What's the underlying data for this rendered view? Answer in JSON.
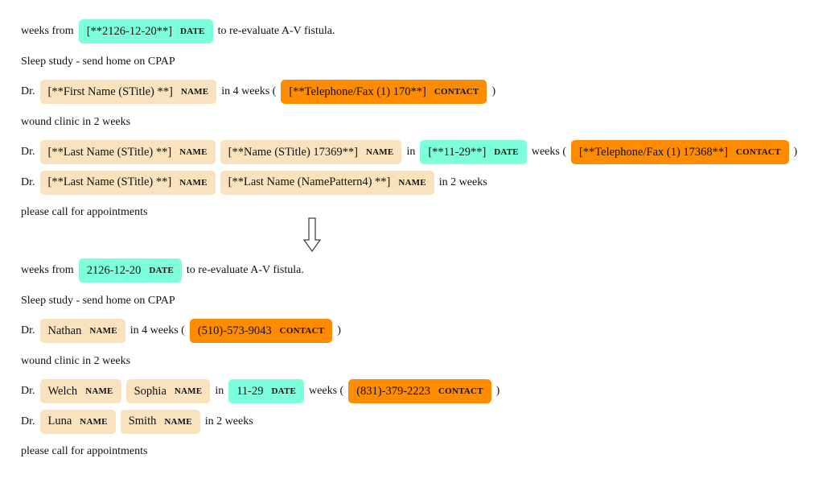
{
  "before": {
    "lines": [
      [
        {
          "t": "text",
          "v": "weeks from"
        },
        {
          "t": "ent",
          "k": "date",
          "v": "[**2126-12-20**]",
          "l": "DATE"
        },
        {
          "t": "text",
          "v": "to re-evaluate A-V fistula."
        }
      ],
      [
        {
          "t": "text",
          "v": "Sleep study - send home on CPAP"
        }
      ],
      [
        {
          "t": "text",
          "v": "Dr."
        },
        {
          "t": "ent",
          "k": "name",
          "v": "[**First Name (STitle) **]",
          "l": "NAME"
        },
        {
          "t": "text",
          "v": "in 4 weeks ("
        },
        {
          "t": "ent",
          "k": "contact",
          "v": "[**Telephone/Fax (1) 170**]",
          "l": "CONTACT"
        },
        {
          "t": "text",
          "v": ")"
        }
      ],
      [
        {
          "t": "text",
          "v": "wound clinic in 2 weeks"
        }
      ],
      [
        {
          "t": "text",
          "v": "Dr."
        },
        {
          "t": "ent",
          "k": "name",
          "v": "[**Last Name (STitle) **]",
          "l": "NAME"
        },
        {
          "t": "ent",
          "k": "name",
          "v": "[**Name (STitle) 17369**]",
          "l": "NAME"
        },
        {
          "t": "text",
          "v": "in"
        },
        {
          "t": "ent",
          "k": "date",
          "v": "[**11-29**]",
          "l": "DATE"
        },
        {
          "t": "text",
          "v": "weeks ("
        },
        {
          "t": "ent",
          "k": "contact",
          "v": "[**Telephone/Fax (1) 17368**]",
          "l": "CONTACT"
        },
        {
          "t": "text",
          "v": ")"
        }
      ],
      [
        {
          "t": "text",
          "v": "Dr."
        },
        {
          "t": "ent",
          "k": "name",
          "v": "[**Last Name (STitle) **]",
          "l": "NAME"
        },
        {
          "t": "ent",
          "k": "name",
          "v": "[**Last Name (NamePattern4) **]",
          "l": "NAME"
        },
        {
          "t": "text",
          "v": "in 2 weeks"
        }
      ],
      [
        {
          "t": "text",
          "v": "please call for appointments"
        }
      ]
    ]
  },
  "after": {
    "lines": [
      [
        {
          "t": "text",
          "v": "weeks from"
        },
        {
          "t": "ent",
          "k": "date",
          "v": "2126-12-20",
          "l": "DATE"
        },
        {
          "t": "text",
          "v": "to re-evaluate A-V fistula."
        }
      ],
      [
        {
          "t": "text",
          "v": "Sleep study - send home on CPAP"
        }
      ],
      [
        {
          "t": "text",
          "v": "Dr."
        },
        {
          "t": "ent",
          "k": "name",
          "v": "Nathan",
          "l": "NAME"
        },
        {
          "t": "text",
          "v": "in 4 weeks ("
        },
        {
          "t": "ent",
          "k": "contact",
          "v": "(510)-573-9043",
          "l": "CONTACT"
        },
        {
          "t": "text",
          "v": ")"
        }
      ],
      [
        {
          "t": "text",
          "v": "wound clinic in 2 weeks"
        }
      ],
      [
        {
          "t": "text",
          "v": "Dr."
        },
        {
          "t": "ent",
          "k": "name",
          "v": "Welch",
          "l": "NAME"
        },
        {
          "t": "ent",
          "k": "name",
          "v": "Sophia",
          "l": "NAME"
        },
        {
          "t": "text",
          "v": "in"
        },
        {
          "t": "ent",
          "k": "date",
          "v": "11-29",
          "l": "DATE"
        },
        {
          "t": "text",
          "v": "weeks ("
        },
        {
          "t": "ent",
          "k": "contact",
          "v": "(831)-379-2223",
          "l": "CONTACT"
        },
        {
          "t": "text",
          "v": ")"
        }
      ],
      [
        {
          "t": "text",
          "v": "Dr."
        },
        {
          "t": "ent",
          "k": "name",
          "v": "Luna",
          "l": "NAME"
        },
        {
          "t": "ent",
          "k": "name",
          "v": "Smith",
          "l": "NAME"
        },
        {
          "t": "text",
          "v": "in 2 weeks"
        }
      ],
      [
        {
          "t": "text",
          "v": "please call for appointments"
        }
      ]
    ]
  },
  "arrow_icon": "down-arrow-icon",
  "colors": {
    "date": "#7effdb",
    "name": "#f9e3be",
    "contact": "#ff8c00"
  }
}
